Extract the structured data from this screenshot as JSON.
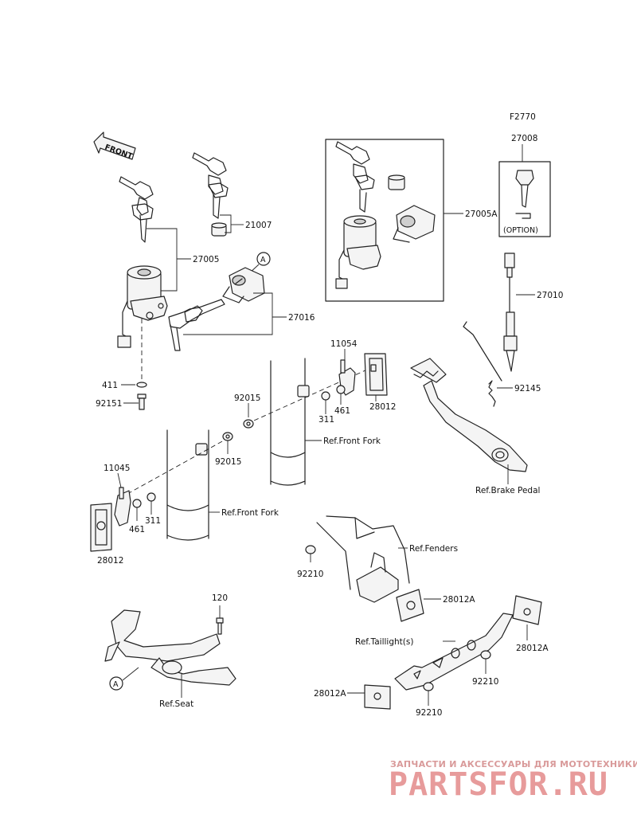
{
  "diagram": {
    "code": "F2770",
    "direction_arrow": "FRONT",
    "callout_letter": "A",
    "option_label": "(OPTION)"
  },
  "parts": {
    "p27008": "27008",
    "p27005A": "27005A",
    "p21007": "21007",
    "p27005": "27005",
    "p27016": "27016",
    "p27010": "27010",
    "p11054": "11054",
    "p92145": "92145",
    "p28012_r": "28012",
    "p92015_a": "92015",
    "p92015_b": "92015",
    "p311_r": "311",
    "p461_r": "461",
    "p411": "411",
    "p92151": "92151",
    "p11045": "11045",
    "p461_l": "461",
    "p311_l": "311",
    "p28012_l": "28012",
    "p92210_a": "92210",
    "p28012A_a": "28012A",
    "p120": "120",
    "p28012A_b": "28012A",
    "p92210_b": "92210",
    "p28012A_c": "28012A",
    "p92210_c": "92210"
  },
  "refs": {
    "front_fork_r": "Ref.Front Fork",
    "front_fork_l": "Ref.Front Fork",
    "brake_pedal": "Ref.Brake Pedal",
    "fenders": "Ref.Fenders",
    "taillight": "Ref.Taillight(s)",
    "seat": "Ref.Seat"
  },
  "watermark": {
    "tagline": "ЗАПЧАСТИ И АКСЕССУАРЫ ДЛЯ МОТОТЕХНИКИ",
    "logo": "PARTSFOR.RU",
    "color": "#e79b9b"
  }
}
